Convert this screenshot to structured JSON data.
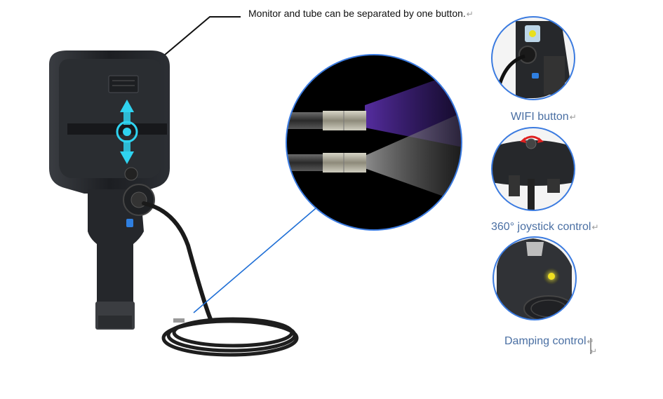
{
  "callout": {
    "text": "Monitor and tube can be separated by one button.",
    "mark": "↵"
  },
  "features": [
    {
      "label": "WIFI button",
      "mark": "↵"
    },
    {
      "label": "360° joystick control",
      "mark": "↵"
    },
    {
      "label": "Damping control",
      "mark": "↵"
    }
  ],
  "trailing_mark": "↵",
  "colors": {
    "label_blue": "#4a6fa3",
    "accent_cyan": "#2fd3f0",
    "uv_purple": "#5a2fa8",
    "leader_blue": "#1f6fd6",
    "circle_ring": "#3b7be0"
  },
  "icons": [
    "separation-arrow-icon",
    "joystick-icon",
    "wifi-icon",
    "rotate-arrow-icon"
  ]
}
